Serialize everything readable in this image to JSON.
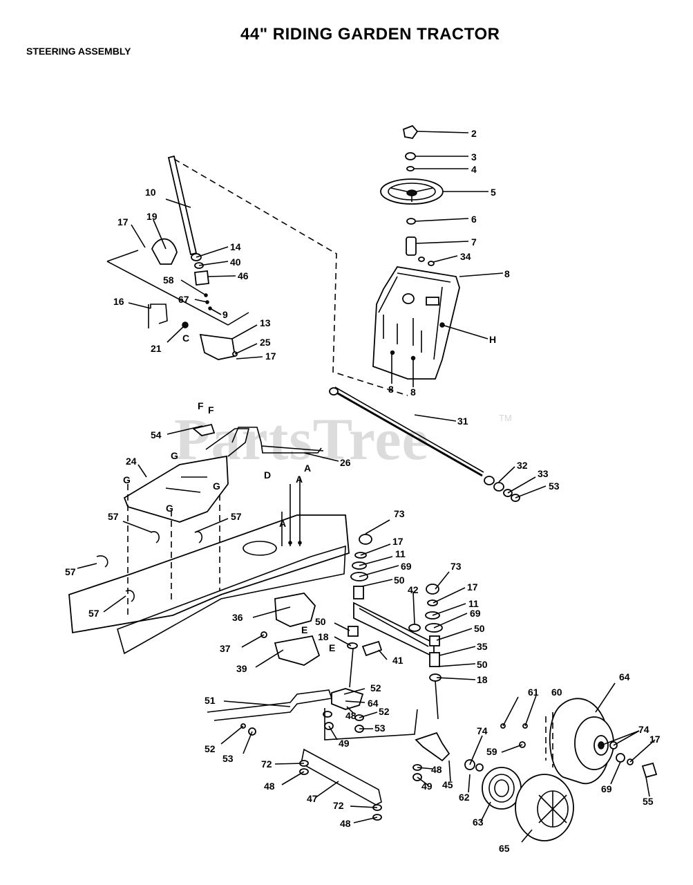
{
  "title": "44\" RIDING GARDEN TRACTOR",
  "subtitle": "STEERING ASSEMBLY",
  "watermark": "PartsTree",
  "trademark": "TM",
  "callouts": [
    "2",
    "3",
    "4",
    "5",
    "6",
    "7",
    "34",
    "8",
    "10",
    "17",
    "19",
    "14",
    "40",
    "46",
    "58",
    "67",
    "9",
    "16",
    "21",
    "C",
    "13",
    "25",
    "17",
    "H",
    "8",
    "8",
    "31",
    "32",
    "33",
    "53",
    "F",
    "F",
    "54",
    "26",
    "24",
    "G",
    "G",
    "G",
    "G",
    "D",
    "A",
    "A",
    "A",
    "57",
    "57",
    "57",
    "57",
    "73",
    "17",
    "11",
    "69",
    "50",
    "42",
    "73",
    "17",
    "11",
    "69",
    "50",
    "35",
    "50",
    "18",
    "36",
    "37",
    "E",
    "E",
    "39",
    "41",
    "18",
    "50",
    "51",
    "52",
    "64",
    "48",
    "52",
    "53",
    "49",
    "52",
    "53",
    "72",
    "48",
    "47",
    "72",
    "48",
    "61",
    "60",
    "59",
    "74",
    "48",
    "49",
    "45",
    "62",
    "63",
    "65",
    "64",
    "74",
    "17",
    "69",
    "55"
  ]
}
